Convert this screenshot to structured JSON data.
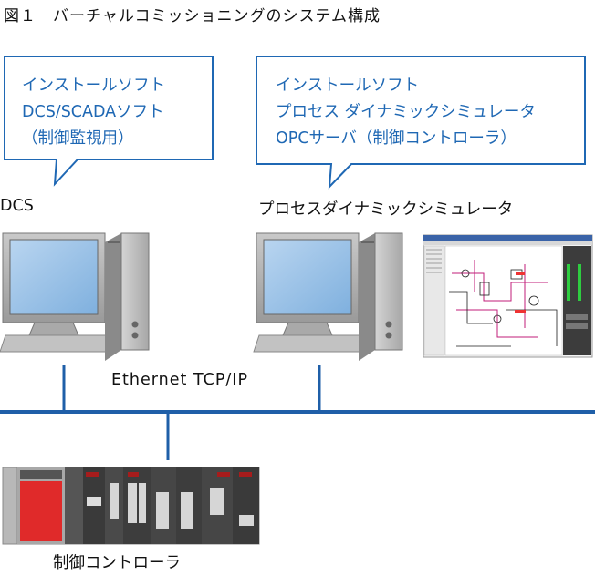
{
  "figure_title": "図１　バーチャルコミッショニングのシステム構成",
  "left_bubble": {
    "lines": [
      "インストールソフト",
      "DCS/SCADAソフト",
      "（制御監視用）"
    ]
  },
  "right_bubble": {
    "lines": [
      "インストールソフト",
      "プロセス ダイナミックシミュレータ",
      "OPCサーバ（制御コントローラ）"
    ]
  },
  "dcs_label": "DCS",
  "simulator_label": "プロセスダイナミックシミュレータ",
  "network_label": "Ethernet TCP/IP",
  "controller_label": "制御コントローラ",
  "colors": {
    "bubble_border": "#1f68b4",
    "bubble_text": "#1f68b4",
    "network_line": "#1f5fa8",
    "plc_red": "#e02a2a",
    "monitor_screen": "#9cc3e8"
  },
  "icons": [
    "pc-icon",
    "pc-icon",
    "simulator-screenshot",
    "plc-controller-icon"
  ]
}
